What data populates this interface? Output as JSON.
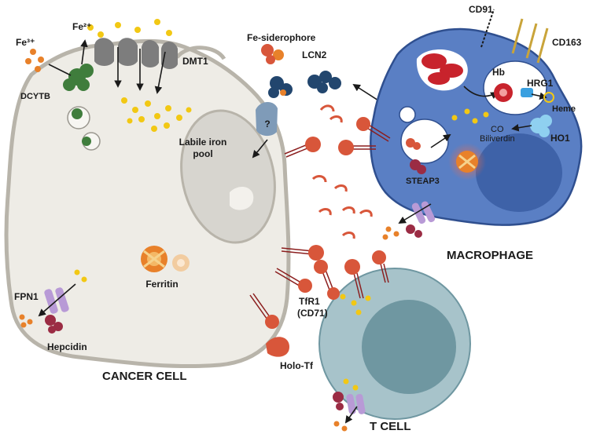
{
  "labels": {
    "fe3": "Fe³⁺",
    "fe2": "Fe²⁺",
    "dcytb": "DCYTB",
    "dmt1": "DMT1",
    "fe_siderophore": "Fe-siderophore",
    "lcn2": "LCN2",
    "cd91": "CD91",
    "cd163": "CD163",
    "hb": "Hb",
    "hrg1": "HRG1",
    "heme": "Heme",
    "ho1": "HO1",
    "co": "CO",
    "biliverdin": "Biliverdin",
    "steap3": "STEAP3",
    "labile_iron_line1": "Labile iron",
    "labile_iron_line2": "pool",
    "ferritin": "Ferritin",
    "fpn1": "FPN1",
    "hepcidin": "Hepcidin",
    "tfr1_line1": "TfR1",
    "tfr1_line2": "(CD71)",
    "holo_tf": "Holo-Tf",
    "question": "?",
    "cancer_cell": "CANCER CELL",
    "macrophage": "MACROPHAGE",
    "t_cell": "T CELL"
  },
  "colors": {
    "cancer_fill": "#eeece6",
    "cancer_stroke": "#b8b4aa",
    "nucleus_fill": "#d7d5cf",
    "macrophage_fill": "#5a7fc4",
    "macrophage_stroke": "#2f4f8f",
    "mac_nucleus": "#3e62a8",
    "tcell_fill": "#a7c3ca",
    "tcell_nucleus": "#6f97a1",
    "iron": "#f2c814",
    "fe3_orange": "#e8812a",
    "transferrin": "#d8563a",
    "receptor": "#8b1e1e",
    "dcytb_green": "#3f7d3c",
    "dmt1_gray": "#7d7d7d",
    "lcn2_navy": "#22466e",
    "fpn_purple": "#b89ad6",
    "hepcidin_red": "#9b2c44",
    "rbc_red": "#c8232c"
  }
}
